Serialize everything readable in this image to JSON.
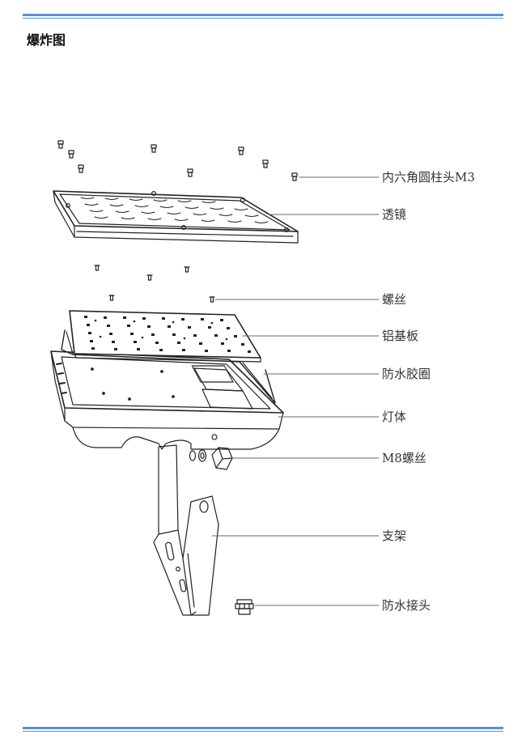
{
  "page": {
    "title": "爆炸图"
  },
  "labels": {
    "screw": "内六角圆柱头M3",
    "lens": "透镜",
    "small_screw": "螺丝",
    "board": "铝基板",
    "gasket": "防水胶圈",
    "body": "灯体",
    "m8": "M8螺丝",
    "bracket": "支架",
    "connector": "防水接头"
  },
  "colors": {
    "accent_rule": "#5b8fd6",
    "line": "#222222",
    "leader": "#666666"
  }
}
